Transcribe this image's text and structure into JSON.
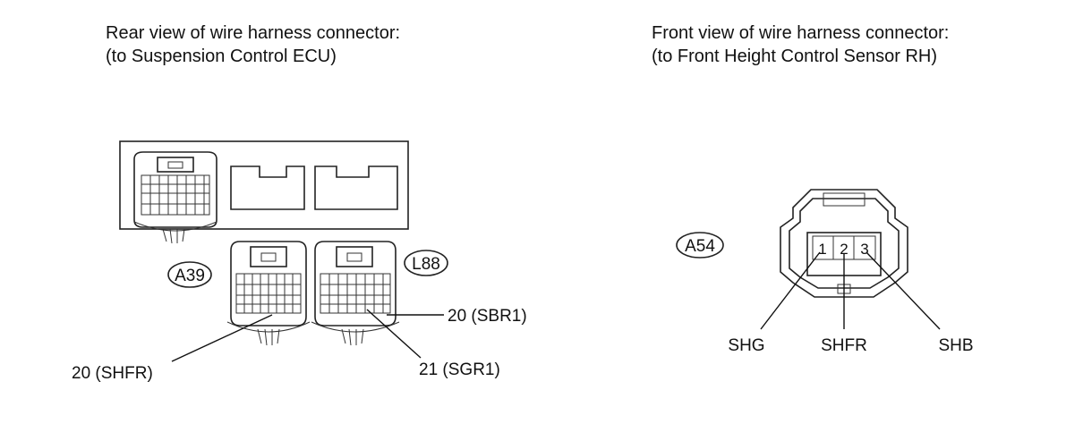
{
  "left_caption": {
    "line1": "Rear view of wire harness connector:",
    "line2": "(to Suspension Control ECU)"
  },
  "right_caption": {
    "line1": "Front view of wire harness connector:",
    "line2": "(to Front Height Control Sensor RH)"
  },
  "connectors": {
    "a39": "A39",
    "l88": "L88",
    "a54": "A54"
  },
  "ecu_terminals": {
    "shfr": "20 (SHFR)",
    "sbr1": "20 (SBR1)",
    "sgr1": "21 (SGR1)"
  },
  "sensor_pins": {
    "pin1": "1",
    "pin2": "2",
    "pin3": "3",
    "label_shg": "SHG",
    "label_shfr": "SHFR",
    "label_shb": "SHB"
  }
}
